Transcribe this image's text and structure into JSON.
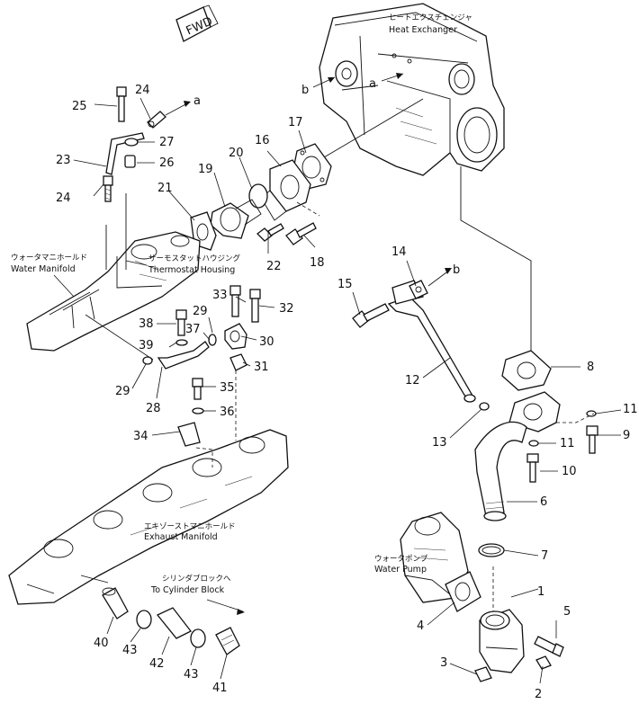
{
  "diagram": {
    "fwd_label": "FWD",
    "labels": {
      "heat_exchanger_jp": "ヒートエクスチェンジャ",
      "heat_exchanger_en": "Heat Exchanger",
      "water_manifold_jp": "ウォータマニホールド",
      "water_manifold_en": "Water Manifold",
      "thermostat_housing_jp": "サーモスタットハウジング",
      "thermostat_housing_en": "Thermostat Housing",
      "exhaust_manifold_jp": "エキゾーストマニホールド",
      "exhaust_manifold_en": "Exhaust Manifold",
      "water_pump_jp": "ウォータポンプ",
      "water_pump_en": "Water Pump",
      "to_cylinder_block_jp": "シリンダブロックへ",
      "to_cylinder_block_en": "To Cylinder Block"
    },
    "connectors": {
      "a_top": "a",
      "a_heat_exchanger": "a",
      "b_heat_exchanger": "b",
      "b_right": "b"
    },
    "part_numbers": {
      "p1": "1",
      "p2": "2",
      "p3": "3",
      "p4": "4",
      "p5": "5",
      "p6": "6",
      "p7": "7",
      "p8": "8",
      "p9": "9",
      "p10": "10",
      "p11a": "11",
      "p11b": "11",
      "p12": "12",
      "p13": "13",
      "p14": "14",
      "p15": "15",
      "p16": "16",
      "p17": "17",
      "p18": "18",
      "p19": "19",
      "p20": "20",
      "p21": "21",
      "p22": "22",
      "p23": "23",
      "p24a": "24",
      "p24b": "24",
      "p25": "25",
      "p26": "26",
      "p27": "27",
      "p28": "28",
      "p29a": "29",
      "p29b": "29",
      "p30": "30",
      "p31": "31",
      "p32": "32",
      "p33": "33",
      "p34": "34",
      "p35": "35",
      "p36": "36",
      "p37": "37",
      "p38": "38",
      "p39": "39",
      "p40": "40",
      "p41": "41",
      "p42": "42",
      "p43a": "43",
      "p43b": "43"
    }
  }
}
